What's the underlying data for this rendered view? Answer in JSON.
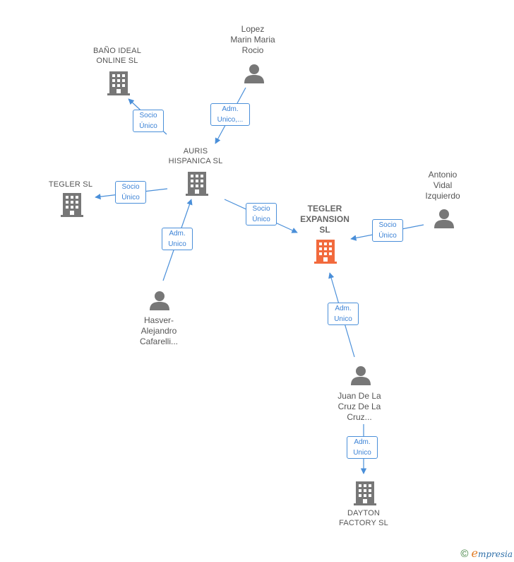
{
  "nodes": {
    "bano": "BAÑO IDEAL\nONLINE  SL",
    "lopez": "Lopez\nMarin Maria\nRocio",
    "auris": "AURIS\nHISPANICA SL",
    "tegler_sl": "TEGLER SL",
    "tegler_exp": "TEGLER\nEXPANSION\nSL",
    "antonio": "Antonio\nVidal\nIzquierdo",
    "hasver": "Hasver-\nAlejandro\nCafarelli...",
    "juan": "Juan De La\nCruz De La\nCruz...",
    "dayton": "DAYTON\nFACTORY  SL"
  },
  "edges": {
    "auris_bano": "Socio\nÚnico",
    "lopez_auris": "Adm.\nUnico,...",
    "auris_tegler": "Socio\nÚnico",
    "auris_texp": "Socio\nÚnico",
    "antonio_texp": "Socio\nÚnico",
    "hasver_auris": "Adm.\nUnico",
    "juan_texp": "Adm.\nUnico",
    "juan_dayton": "Adm.\nUnico"
  },
  "footer": {
    "copyright": "©",
    "brand_initial": "e",
    "brand_rest": "mpresia"
  },
  "colors": {
    "building": "#777777",
    "building_main": "#f26a3d",
    "person": "#777777",
    "edge": "#4a8fd9"
  },
  "icons": {
    "company": "building-icon",
    "person": "person-icon"
  }
}
